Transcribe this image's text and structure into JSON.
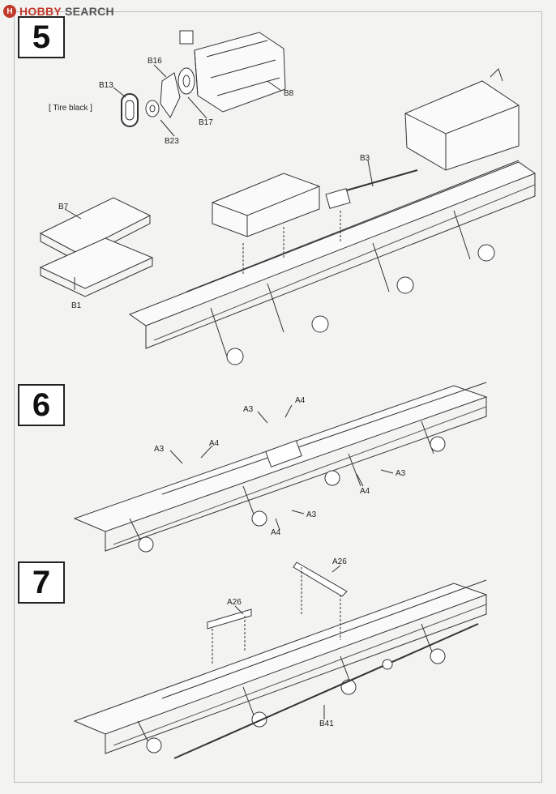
{
  "watermark": {
    "logo": "H",
    "brand": "HOBBY",
    "suffix": "SEARCH"
  },
  "steps": [
    {
      "number": "5",
      "parts": {
        "b16": "B16",
        "b13": "B13",
        "tire_note": "[ Tire black ]",
        "b8": "B8",
        "b17": "B17",
        "b23": "B23",
        "b3": "B3",
        "b7": "B7",
        "b1": "B1"
      }
    },
    {
      "number": "6",
      "parts": {
        "a3_1": "A3",
        "a4_1": "A4",
        "a3_2": "A3",
        "a4_2": "A4",
        "a3_3": "A3",
        "a4_3": "A4",
        "a3_4": "A3",
        "a4_4": "A4"
      }
    },
    {
      "number": "7",
      "parts": {
        "a26_1": "A26",
        "a26_2": "A26",
        "b41": "B41"
      }
    }
  ]
}
